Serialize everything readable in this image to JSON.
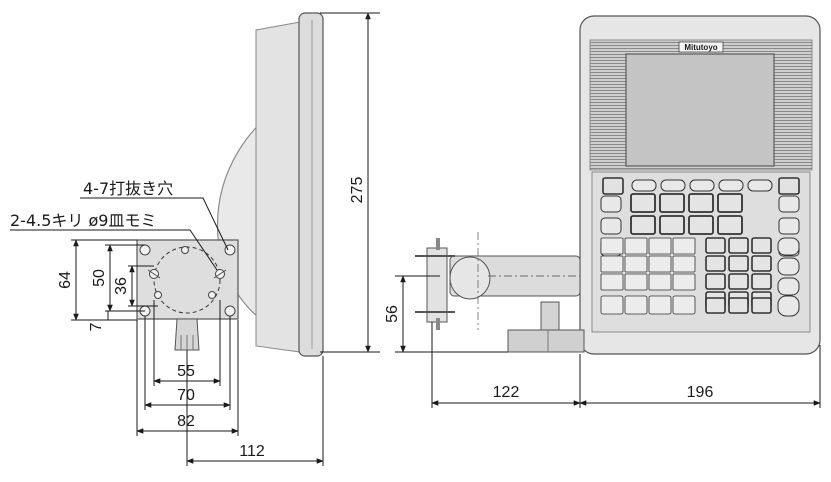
{
  "drawing": {
    "brand": "Mitutoyo",
    "notes": {
      "hole_note": "4-7打抜き穴",
      "screw_note": "2-4.5キリ ø9皿モミ"
    },
    "dimensions": {
      "d64": "64",
      "d50": "50",
      "d36": "36",
      "d7": "7",
      "d55": "55",
      "d70": "70",
      "d82": "82",
      "d112": "112",
      "d275": "275",
      "d56": "56",
      "d122": "122",
      "d196": "196"
    }
  }
}
